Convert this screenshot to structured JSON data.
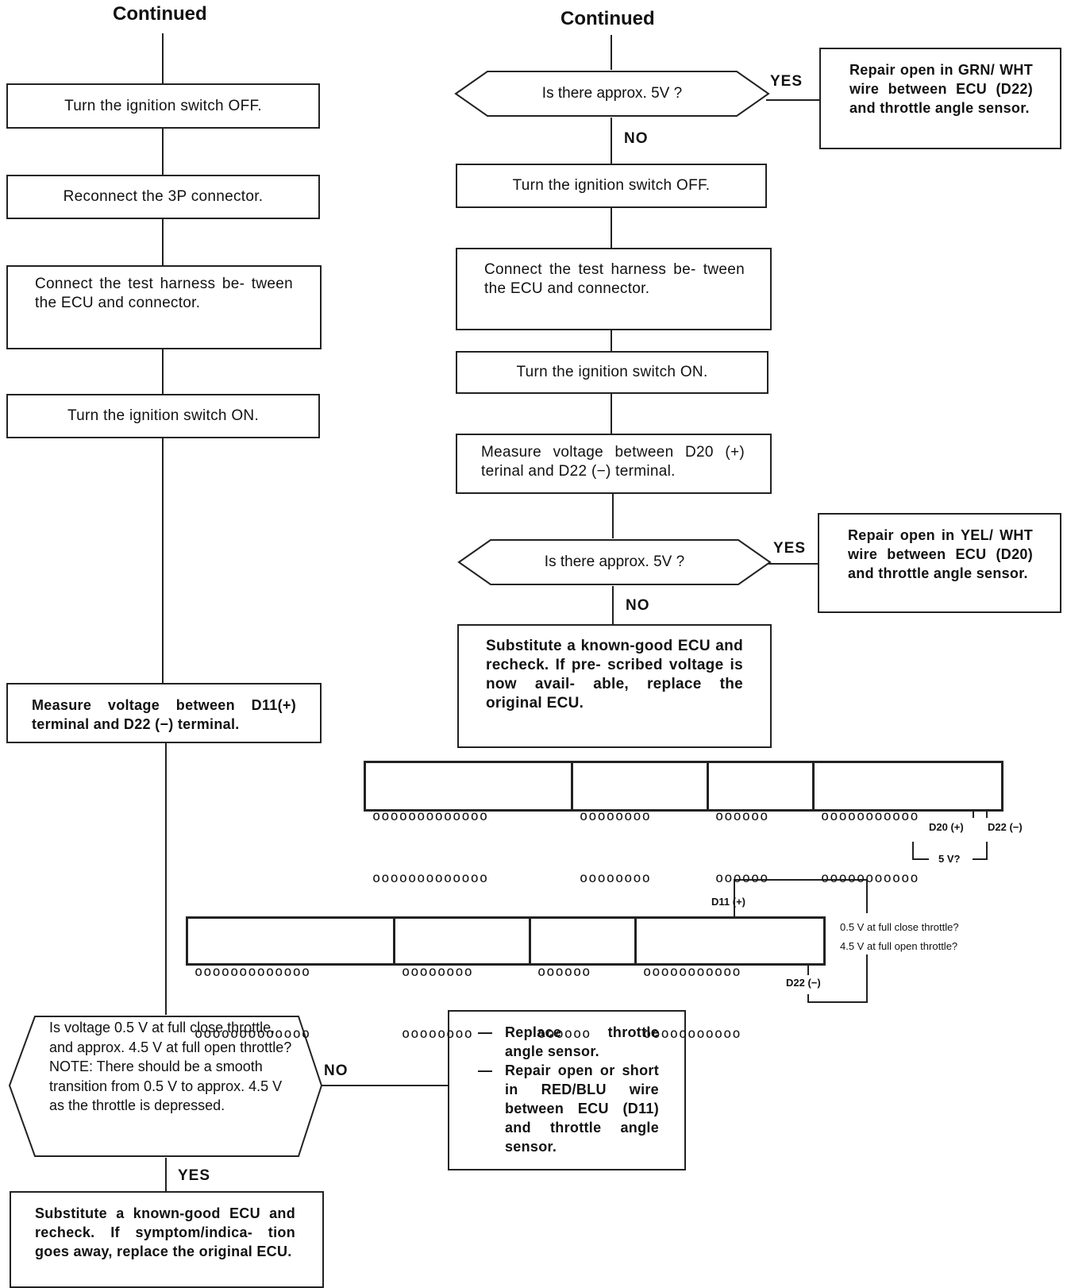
{
  "left": {
    "heading": "Continued",
    "step1": "Turn the ignition switch OFF.",
    "step2": "Reconnect the 3P connector.",
    "step3": "Connect the test harness be- tween the ECU and connector.",
    "step4": "Turn the ignition switch ON.",
    "step5": "Measure voltage between D11(+) terminal and D22 (−) terminal.",
    "question": "Is voltage 0.5 V at full close throttle, and approx. 4.5 V at full open throttle? NOTE: There should be a smooth transition from 0.5 V to approx. 4.5 V as the throttle is depressed.",
    "yes_label": "YES",
    "no_label": "NO",
    "yes_result": "Substitute a known-good ECU and recheck. If symptom/indica- tion goes away, replace the original ECU.",
    "no_result": [
      "Replace throttle angle sensor.",
      "Repair open or short in RED/BLU wire between ECU (D11) and throttle angle sensor."
    ]
  },
  "right": {
    "heading": "Continued",
    "q1": "Is there approx. 5V ?",
    "q1_yes_label": "YES",
    "q1_no_label": "NO",
    "q1_yes_result": "Repair open in GRN/ WHT wire between ECU (D22) and throttle angle sensor.",
    "step1": "Turn the ignition switch OFF.",
    "step2": "Connect the test harness be- tween the ECU and connector.",
    "step3": "Turn the ignition switch ON.",
    "step4": "Measure voltage between D20 (+) terinal and D22 (−) terminal.",
    "q2": "Is there approx. 5V ?",
    "q2_yes_label": "YES",
    "q2_no_label": "NO",
    "q2_yes_result": "Repair open in YEL/ WHT wire between ECU (D20) and throttle angle sensor.",
    "q2_no_result": "Substitute a known-good ECU and recheck. If pre- scribed voltage is now avail- able, replace the original ECU."
  },
  "connector_top": {
    "rows": [
      [
        "ooooooooooooo",
        "oooooooo",
        "oooooo",
        "ooooooooooo"
      ],
      [
        "ooooooooooooo",
        "oooooooo",
        "oooooo",
        "ooooooooooo"
      ]
    ],
    "label_plus": "D20 (+)",
    "label_minus": "D22 (−)",
    "voltage_label": "5 V?"
  },
  "connector_bottom": {
    "rows": [
      [
        "ooooooooooooo",
        "oooooooo",
        "oooooo",
        "ooooooooooo"
      ],
      [
        "ooooooooooooo",
        "oooooooo",
        "oooooo",
        "ooooooooooo"
      ]
    ],
    "label_plus": "D11 (+)",
    "label_minus": "D22 (−)",
    "note1": "0.5 V at full close throttle?",
    "note2": "4.5 V at full open throttle?"
  }
}
